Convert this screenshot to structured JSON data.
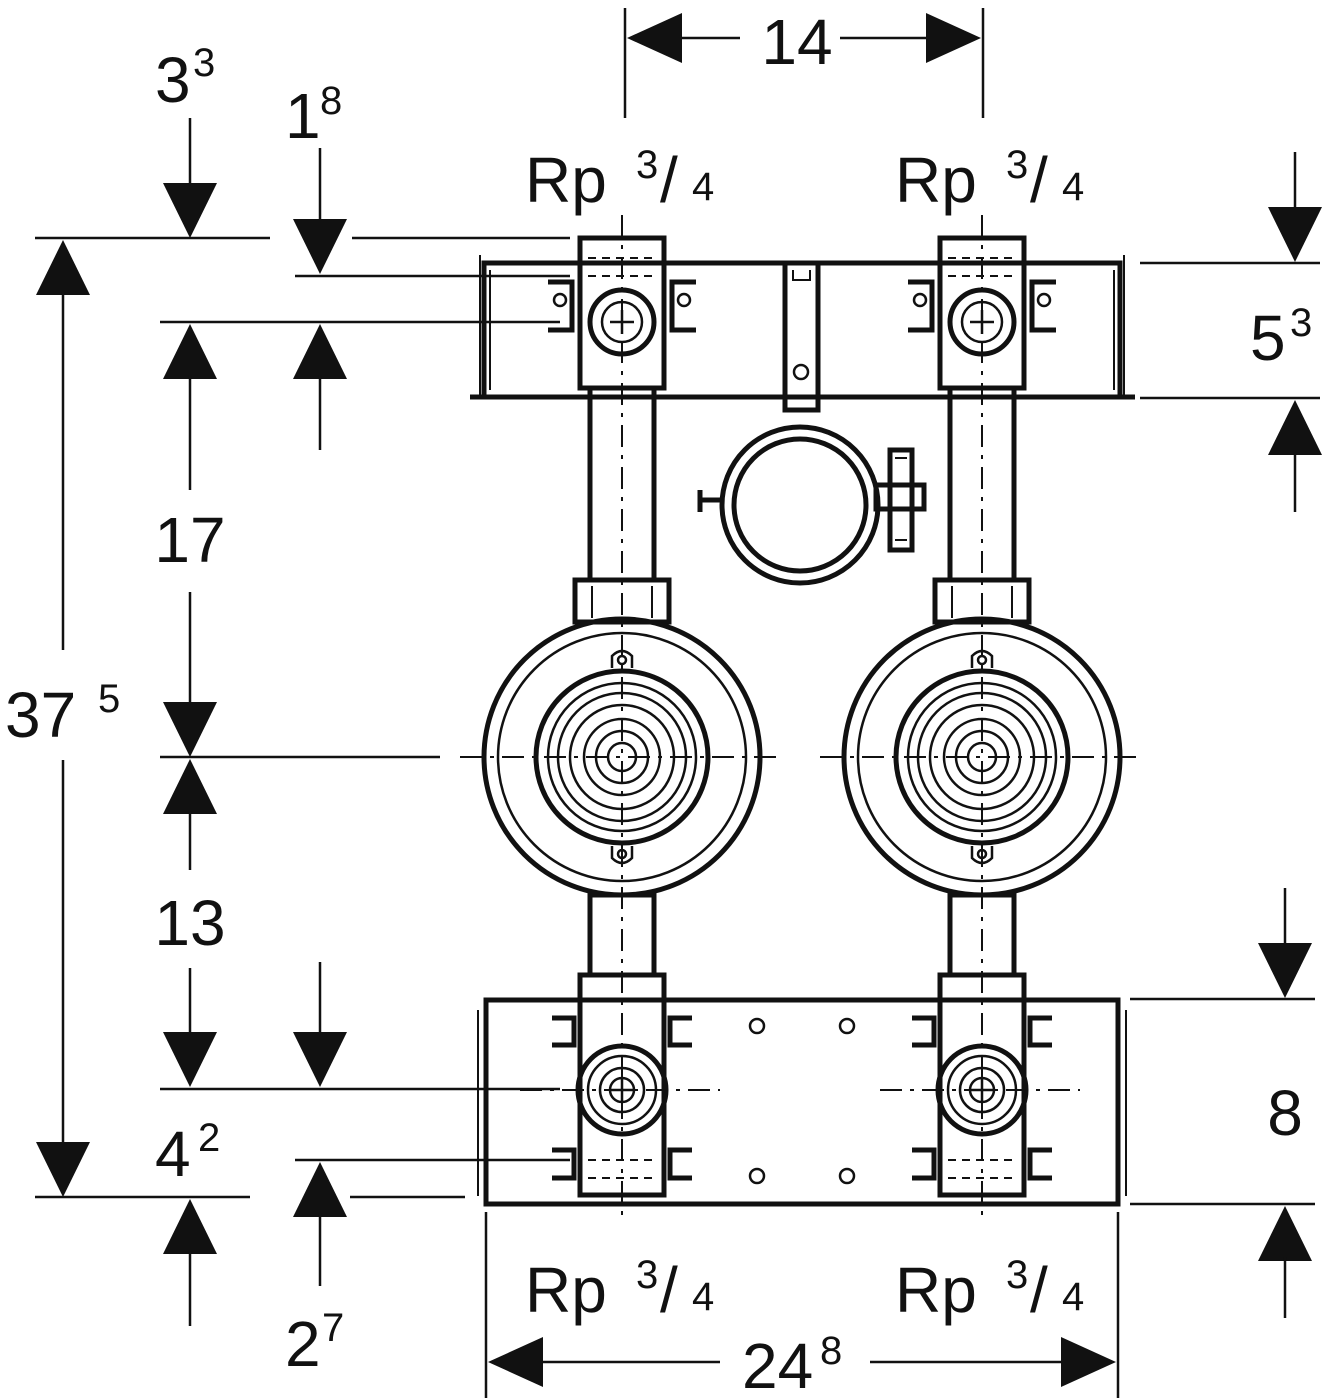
{
  "dimensions": {
    "top_spacing": {
      "main": "14"
    },
    "top_left_a": {
      "main": "3",
      "sup": "3"
    },
    "top_left_b": {
      "main": "1",
      "sup": "8"
    },
    "top_right": {
      "main": "5",
      "sup": "3"
    },
    "left_upper": {
      "main": "17"
    },
    "left_middle": {
      "main": "13"
    },
    "left_total": {
      "main": "37",
      "sup": "5"
    },
    "left_lower": {
      "main": "4",
      "sup": "2"
    },
    "bottom_left": {
      "main": "2",
      "sup": "7"
    },
    "bottom_right": {
      "main": "8"
    },
    "bottom_width": {
      "main": "24",
      "sup": "8"
    }
  },
  "connections": {
    "top_left": {
      "rp": "Rp",
      "num": "3",
      "slash": "/",
      "den": "4"
    },
    "top_right": {
      "rp": "Rp",
      "num": "3",
      "slash": "/",
      "den": "4"
    },
    "bottom_left": {
      "rp": "Rp",
      "num": "3",
      "slash": "/",
      "den": "4"
    },
    "bottom_right": {
      "rp": "Rp",
      "num": "3",
      "slash": "/",
      "den": "4"
    }
  },
  "colors": {
    "line": "#111111",
    "background": "#ffffff"
  }
}
